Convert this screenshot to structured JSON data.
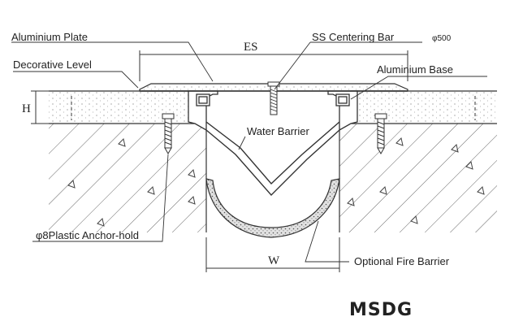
{
  "diagram": {
    "labels": {
      "aluminium_plate": "Aluminium Plate",
      "decorative_level": "Decorative Level",
      "ss_centering_bar": "SS Centering Bar",
      "ss_centering_bar_size": "φ500",
      "aluminium_base": "Aluminium Base",
      "water_barrier": "Water Barrier",
      "plastic_anchor_hold": "φ8Plastic Anchor-hold",
      "optional_fire_barrier": "Optional Fire Barrier"
    },
    "dimensions": {
      "es": "ES",
      "h": "H",
      "w": "W"
    },
    "brand": "MSDG",
    "colors": {
      "line": "#333333",
      "hatch": "#555555",
      "fire_barrier_fill": "#d9d9d9"
    }
  }
}
